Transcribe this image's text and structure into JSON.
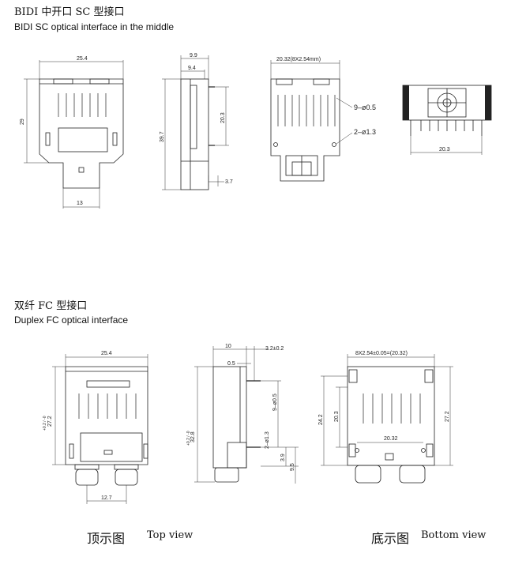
{
  "sections": {
    "bidi": {
      "title_cn": "BIDI 中开口 SC 型接口",
      "title_en": "BIDI SC optical interface in the middle",
      "dims": {
        "width_25_4": "25.4",
        "height_29": "29",
        "bottom_13": "13",
        "side_9_9": "9.9",
        "side_9_4": "9.4",
        "side_20_3": "20.3",
        "side_39_7": "39.7",
        "side_3_7": "3.7",
        "pitch": "20.32(8X2.54mm)",
        "pins": "9–ø0.5",
        "holes": "2–ø1.3",
        "front_20_3": "20.3"
      }
    },
    "duplex": {
      "title_cn": "双纤 FC 型接口",
      "title_en": "Duplex FC optical interface",
      "dims": {
        "width_25_4": "25.4",
        "height_27_2": "27.2",
        "tol_27_2": "+0.2 / -0",
        "bottom_12_7": "12.7",
        "side_10": "10",
        "side_3_2": "3.2±0.2",
        "side_0_5": "0.5",
        "side_9_0_5": "9–ø0.5",
        "side_2_1_3": "2–ø1.3",
        "side_32_8": "32.8",
        "tol_32_8": "+0.2 / -0",
        "side_3_9": "3.9",
        "side_9_5": "9.5",
        "pitch": "8X2.54±0.05=(20.32)",
        "bottom_24_2": "24.2",
        "bottom_20_3": "20.3",
        "bottom_20_32": "20.32",
        "bottom_27_2": "27.2"
      }
    }
  },
  "captions": {
    "top_view_cn": "顶示图",
    "top_view_en": "Top view",
    "bottom_view_cn": "底示图",
    "bottom_view_en": "Bottom view"
  }
}
